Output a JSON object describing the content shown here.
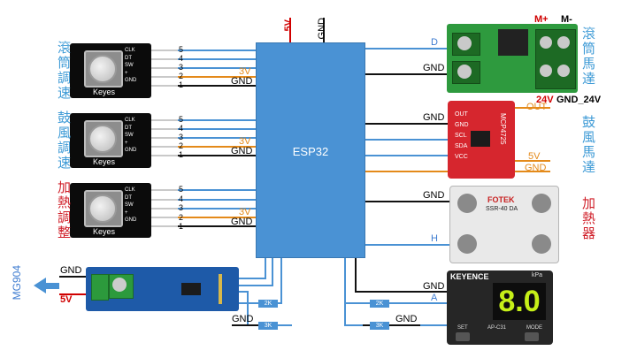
{
  "esp_label": "ESP32",
  "power": {
    "v5": "5V",
    "gnd": "GND"
  },
  "knob_modules": [
    {
      "pins": [
        "CLK",
        "DT",
        "SW",
        "+",
        "GND"
      ],
      "brand": "Keyes",
      "numbers": [
        "5",
        "4",
        "3",
        "2",
        "1"
      ],
      "v3": "3V",
      "gnd": "GND",
      "title": "滾筒調速"
    },
    {
      "pins": [
        "CLK",
        "DT",
        "SW",
        "+",
        "GND"
      ],
      "brand": "Keyes",
      "numbers": [
        "5",
        "4",
        "3",
        "2",
        "1"
      ],
      "v3": "3V",
      "gnd": "GND",
      "title": "鼓風調速"
    },
    {
      "pins": [
        "CLK",
        "DT",
        "SW",
        "+",
        "GND"
      ],
      "brand": "Keyes",
      "numbers": [
        "5",
        "4",
        "3",
        "2",
        "1"
      ],
      "v3": "3V",
      "gnd": "GND",
      "title": "加熱調整"
    }
  ],
  "mosfet": {
    "d": "D",
    "gnd": "GND",
    "m_plus": "M+",
    "m_minus": "M-",
    "v24": "24V",
    "gnd24": "GND_24V",
    "title": "滾筒馬達"
  },
  "dac": {
    "gnd": "GND",
    "out": "OUT",
    "v5": "5V",
    "gnd_out": "GND",
    "title": "鼓風馬達",
    "chip": "MCP4725",
    "pins": [
      "OUT",
      "GND",
      "SCL",
      "SDA",
      "VCC"
    ]
  },
  "ssr": {
    "gnd": "GND",
    "h": "H",
    "title": "加熱器",
    "brand": "FOTEK",
    "model": "SSR-40 DA"
  },
  "sensor": {
    "gnd": "GND",
    "a": "A",
    "r2k": "2K",
    "r3k": "3K",
    "gnd2": "GND",
    "brand": "KEYENCE",
    "display": "8.0",
    "unit": "kPa",
    "model": "AP-C31",
    "set": "SET",
    "mode": "MODE"
  },
  "rs485": {
    "gnd": "GND",
    "v5": "5V",
    "target": "MG904",
    "r2k": "2K",
    "r3k": "3K",
    "gnd_res": "GND"
  },
  "colors": {
    "esp": "#4a92d4",
    "wire_blue": "#4a92d4",
    "wire_orange": "#e48a1a",
    "wire_black": "#111111",
    "wire_red": "#d00000",
    "title_blue": "#3d9ad6",
    "title_red": "#d0202a"
  }
}
